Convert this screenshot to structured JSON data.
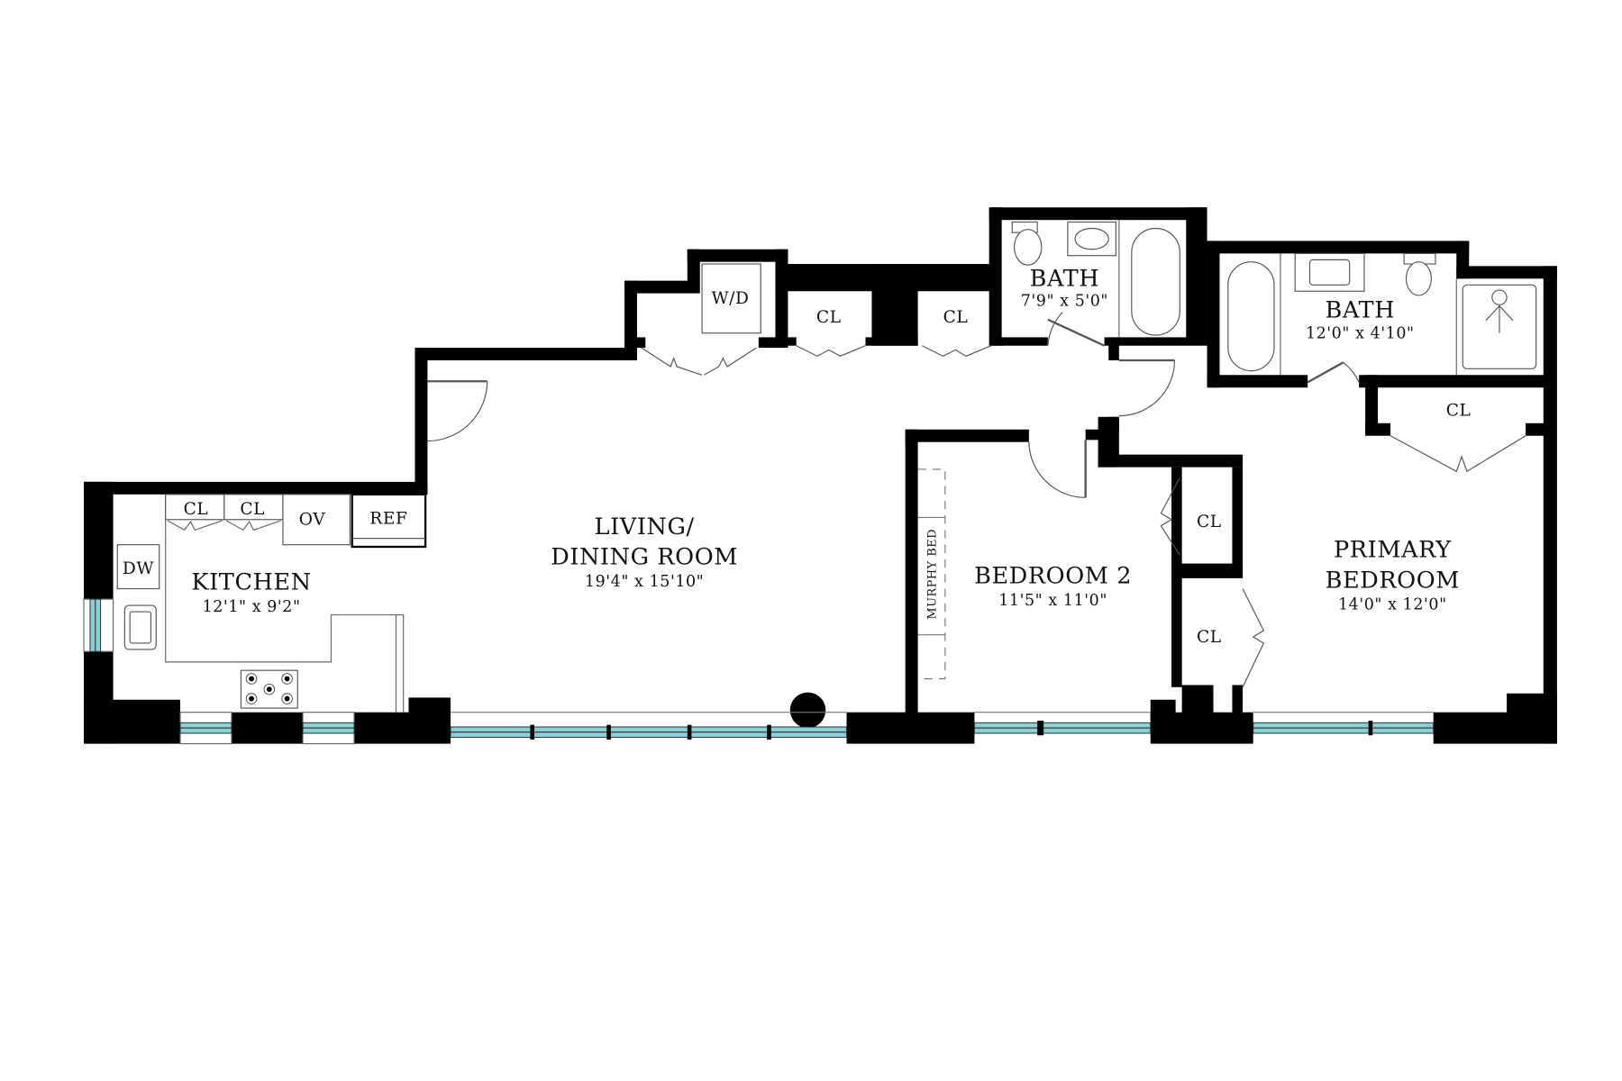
{
  "floorplan": {
    "rooms": {
      "kitchen": {
        "name": "KITCHEN",
        "dims": "12'1\" x 9'2\""
      },
      "living": {
        "name_line1": "LIVING/",
        "name_line2": "DINING ROOM",
        "dims": "19'4\" x 15'10\""
      },
      "bedroom2": {
        "name": "BEDROOM 2",
        "dims": "11'5\" x 11'0\""
      },
      "primary": {
        "name_line1": "PRIMARY",
        "name_line2": "BEDROOM",
        "dims": "14'0\" x 12'0\""
      },
      "bath1": {
        "name": "BATH",
        "dims": "7'9\" x 5'0\""
      },
      "bath2": {
        "name": "BATH",
        "dims": "12'0\" x 4'10\""
      }
    },
    "fixtures": {
      "closet": "CL",
      "washer_dryer": "W/D",
      "oven": "OV",
      "refrigerator": "REF",
      "dishwasher": "DW",
      "murphy_bed": "MURPHY BED"
    },
    "colors": {
      "wall": "#000000",
      "window": "#8ccfd6",
      "background": "#ffffff"
    }
  }
}
